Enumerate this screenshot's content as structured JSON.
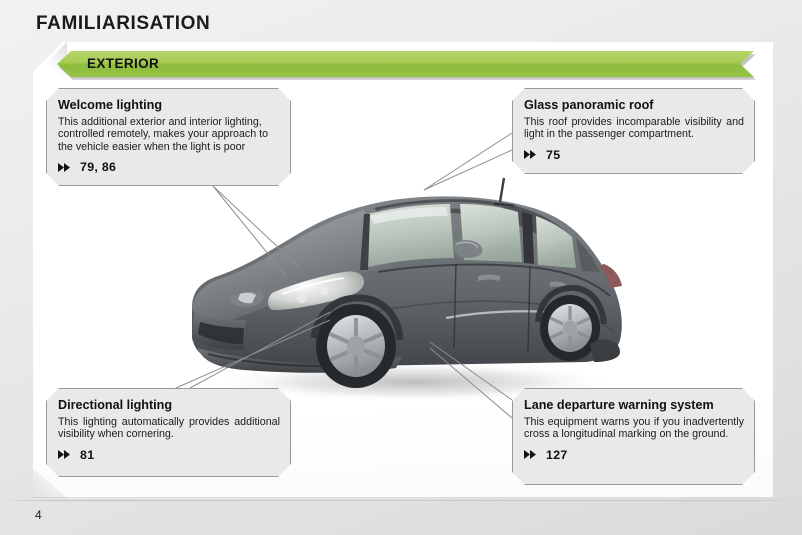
{
  "header": {
    "title": "FAMILIARISATION"
  },
  "section": {
    "banner_label": "EXTERIOR"
  },
  "illustration": {
    "name": "peugeot-308-three-quarter-front-view",
    "body_color": "#6d7073",
    "glass_color": "#c6cfc8",
    "wheel_color": "#b9bcbe"
  },
  "callouts": [
    {
      "id": "welcome-lighting",
      "title": "Welcome lighting",
      "body_lines": [
        "This additional exterior and interior lighting,",
        "controlled remotely, makes your approach to",
        "the vehicle easier when the light is poor"
      ],
      "body": "This additional exterior and interior lighting, controlled remotely, makes your approach to the vehicle easier when the light is poor",
      "ref_icon": "double-chevron-right-icon",
      "ref": "79, 86"
    },
    {
      "id": "glass-panoramic-roof",
      "title": "Glass panoramic roof",
      "body": "This roof provides incomparable visibility and light in the passenger compartment.",
      "ref_icon": "double-chevron-right-icon",
      "ref": "75"
    },
    {
      "id": "directional-lighting",
      "title": "Directional lighting",
      "body": "This lighting automatically provides additional visibility when cornering.",
      "ref_icon": "double-chevron-right-icon",
      "ref": "81"
    },
    {
      "id": "lane-departure-warning-system",
      "title": "Lane departure warning system",
      "body": "This equipment warns you  if you inadvertently cross a longitudinal marking on the ground.",
      "ref_icon": "double-chevron-right-icon",
      "ref": "127"
    }
  ],
  "footer": {
    "page_number": "4"
  },
  "colors": {
    "banner_green_light": "#b5d469",
    "banner_green_dark": "#8cbc3a",
    "callout_bg": "#e9e9e9",
    "callout_border": "#9a9a9a",
    "page_bg": "#eaeaea",
    "panel_bg": "#ffffff",
    "text": "#1b1b1b"
  }
}
